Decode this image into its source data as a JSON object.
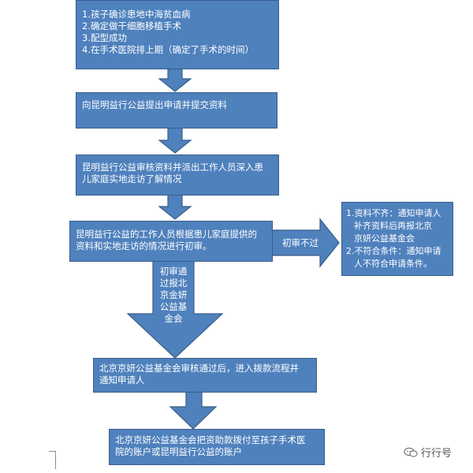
{
  "flowchart": {
    "step1": {
      "lines": [
        "1.孩子确诊患地中海贫血病",
        "2.确定做干细胞移植手术",
        "3.配型成功",
        "4.在手术医院排上期（确定了手术的时间）"
      ]
    },
    "step2": {
      "lines": [
        "向昆明益行公益提出申请并提交资料"
      ]
    },
    "step3": {
      "lines": [
        "昆明益行公益审核资料并派出工作人员深入患",
        "儿家庭实地走访了解情况"
      ]
    },
    "step4": {
      "lines": [
        "昆明益行公益的工作人员根据患儿家庭提供的",
        "资料和实地走访的情况进行初审。"
      ]
    },
    "fail_branch": {
      "label": "初审不过",
      "lines": [
        "1.资料不齐：通知申请人",
        "补齐资料后再报北京",
        "京妍公益基金会",
        "2.不符合条件：通知申请",
        "人不符合申请条件。"
      ]
    },
    "pass_label": {
      "lines": [
        "初审通",
        "过报北",
        "京金妍",
        "公益基",
        "金会"
      ]
    },
    "step5": {
      "lines": [
        "北京京妍公益基金会审核通过后，进入拨款流程并",
        "通知申请人"
      ]
    },
    "step6": {
      "lines": [
        "北京京妍公益基金会把资助款拨付至孩子手术医",
        "院的账户或昆明益行公益的账户"
      ]
    }
  },
  "watermark": {
    "text": "行行号"
  },
  "colors": {
    "box_fill": "#4f81bd",
    "box_border": "#385d8a",
    "text": "#ffffff"
  }
}
